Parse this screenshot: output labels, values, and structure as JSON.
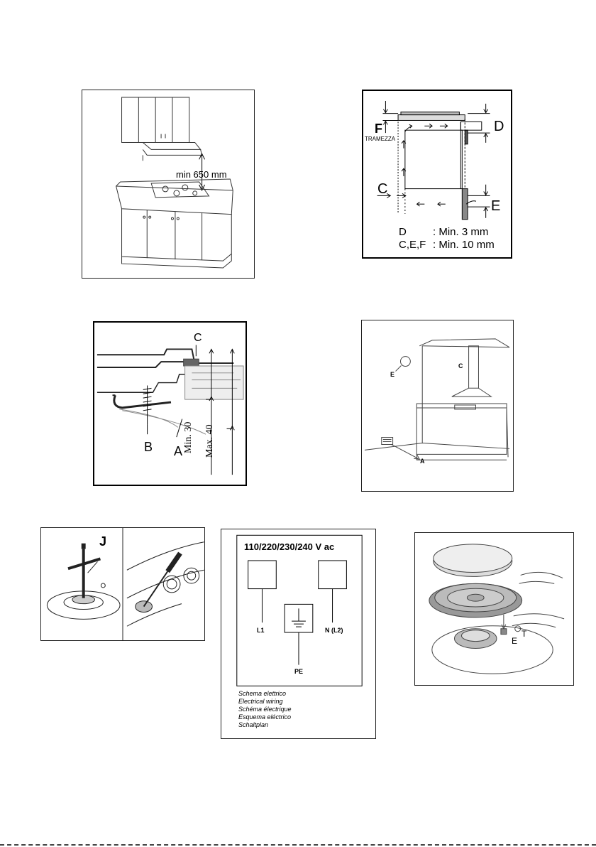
{
  "fig_clearance": {
    "label": "min 650 mm"
  },
  "fig_ventilation": {
    "label_f": "F",
    "label_partition": "TRAMEZZA",
    "label_d": "D",
    "label_c": "C",
    "label_e": "E",
    "legend": [
      {
        "keys": "D",
        "sep": ": Min.",
        "value": "3 mm"
      },
      {
        "keys": "C,E,F",
        "sep": ": Min.",
        "value": "10 mm"
      }
    ]
  },
  "fig_bracket": {
    "label_c": "C",
    "label_b": "B",
    "label_a": "A",
    "label_min": "Min. 30",
    "label_max": "Max. 40"
  },
  "fig_room": {
    "label_e": "E",
    "label_c": "C",
    "label_a": "A"
  },
  "fig_injector": {
    "label_j": "J"
  },
  "fig_wiring": {
    "voltage": "110/220/230/240 V ac",
    "terminal_l1": "L1",
    "terminal_n": "N (L2)",
    "terminal_pe": "PE",
    "captions": [
      "Schema elettrico",
      "Electrical wiring",
      "Schéma électrique",
      "Esquema eléctrico",
      "Schaltplan"
    ]
  },
  "fig_burner": {
    "label_e": "E",
    "label_t": "T"
  }
}
